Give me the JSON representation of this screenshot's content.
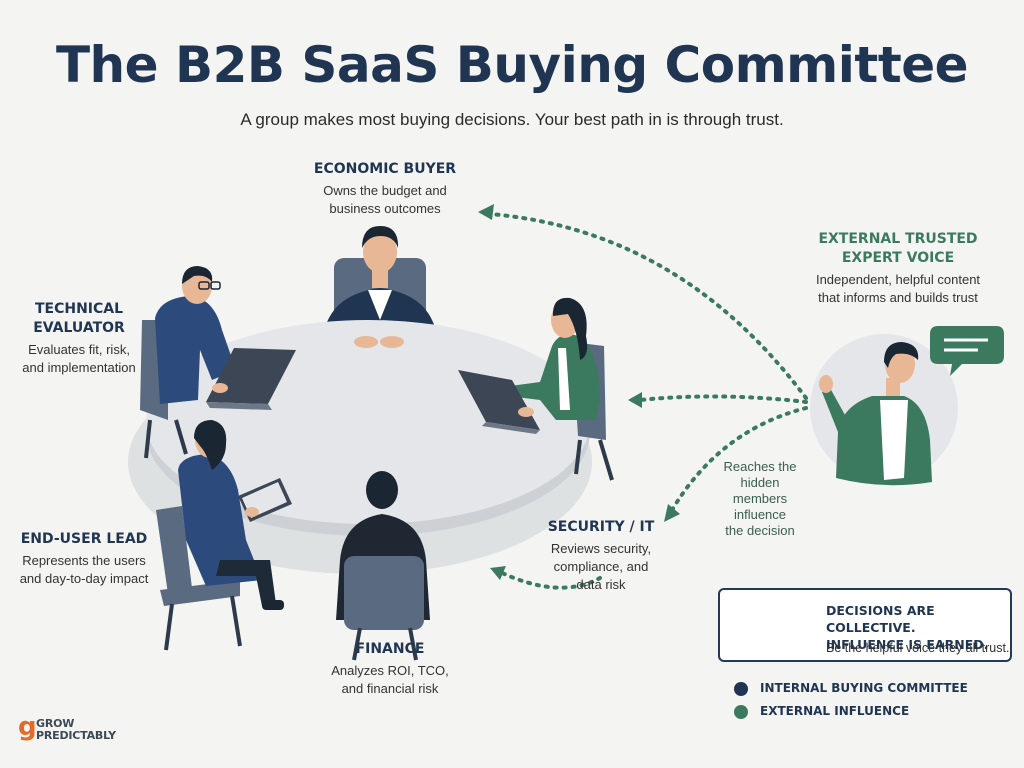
{
  "header": {
    "title": "The B2B SaaS Buying Committee",
    "subtitle": "A group makes most buying decisions. Your best path in is through trust."
  },
  "roles": {
    "economic_buyer": {
      "title": "ECONOMIC BUYER",
      "desc_1": "Owns the budget and",
      "desc_2": "business outcomes"
    },
    "technical_evaluator": {
      "title_1": "TECHNICAL",
      "title_2": "EVALUATOR",
      "desc_1": "Evaluates fit, risk,",
      "desc_2": "and implementation"
    },
    "end_user_lead": {
      "title": "END-USER LEAD",
      "desc_1": "Represents the users",
      "desc_2": "and day-to-day impact"
    },
    "finance": {
      "title": "FINANCE",
      "desc_1": "Analyzes ROI, TCO,",
      "desc_2": "and financial risk"
    },
    "security_it": {
      "title": "SECURITY / IT",
      "desc_1": "Reviews security,",
      "desc_2": "compliance, and",
      "desc_3": "data risk"
    },
    "external_expert": {
      "title_1": "EXTERNAL TRUSTED",
      "title_2": "EXPERT VOICE",
      "desc_1": "Independent, helpful content",
      "desc_2": "that informs and builds trust"
    }
  },
  "influence_note": {
    "line_1": "Reaches the",
    "line_2": "hidden members",
    "line_3": "influence",
    "line_4": "the decision"
  },
  "callout": {
    "title_1": "DECISIONS ARE COLLECTIVE.",
    "title_2": "INFLUENCE IS EARNED.",
    "subtitle": "Be the helpful voice they all trust.",
    "icon": "group-people-icon"
  },
  "legend": [
    {
      "label": "INTERNAL BUYING COMMITTEE",
      "color": "#1f3552"
    },
    {
      "label": "EXTERNAL INFLUENCE",
      "color": "#3c7a5f"
    }
  ],
  "logo": {
    "line_1": "GROW",
    "line_2": "PREDICTABLY",
    "mark": "g",
    "color": "#e66a26"
  },
  "colors": {
    "navy": "#1f3552",
    "green": "#3c7a5f",
    "table": "#e3e5e8",
    "background": "#f4f4f2"
  }
}
